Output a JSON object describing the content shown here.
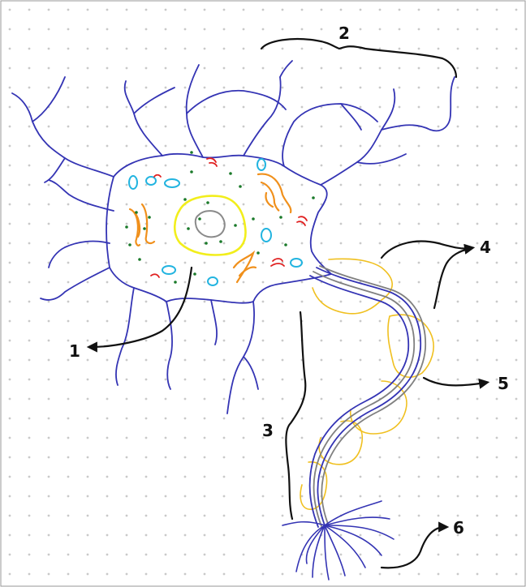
{
  "colors": {
    "membrane": "#3434b4",
    "nucleus_envelope": "#f2ee1c",
    "nucleolus": "#8a8a8a",
    "golgi": "#f0901c",
    "mitochondria": "#22b4e0",
    "ribosome": "#1a7a2a",
    "er": "#e02020",
    "myelin": "#f0c020",
    "axon_core": "#808080",
    "pointer": "#111111",
    "grid_dot": "#c9c9c9"
  },
  "labels": {
    "l1": "1",
    "l2": "2",
    "l3": "3",
    "l4": "4",
    "l5": "5",
    "l6": "6"
  }
}
